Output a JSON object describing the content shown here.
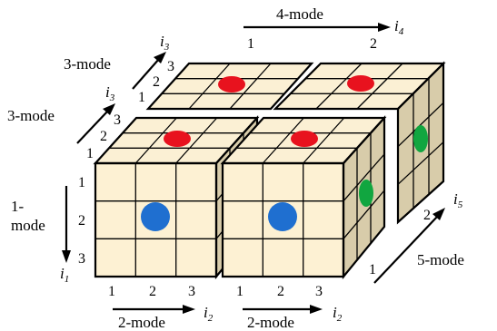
{
  "colors": {
    "front_face": "#fdf1d3",
    "top_face": "#fbf0d4",
    "side_face": "#d8ccaa",
    "blue_dot": "#1f6fd0",
    "red_dot": "#e8121e",
    "green_dot": "#11a640"
  },
  "mode_labels": {
    "mode1_line1": "1-",
    "mode1_line2": "mode",
    "mode2_left": "2-mode",
    "mode2_right": "2-mode",
    "mode3_upper": "3-mode",
    "mode3_lower": "3-mode",
    "mode4": "4-mode",
    "mode5": "5-mode"
  },
  "axis_labels": {
    "i1": "i",
    "i1_sub": "1",
    "i2": "i",
    "i2_sub": "2",
    "i3": "i",
    "i3_sub": "3",
    "i4": "i",
    "i4_sub": "4",
    "i5": "i",
    "i5_sub": "5"
  },
  "index_ticks": {
    "mode1": [
      "1",
      "2",
      "3"
    ],
    "mode2": [
      "1",
      "2",
      "3"
    ],
    "mode3": [
      "1",
      "2",
      "3"
    ],
    "mode4": [
      "1",
      "2"
    ],
    "mode5": [
      "1",
      "2"
    ]
  }
}
